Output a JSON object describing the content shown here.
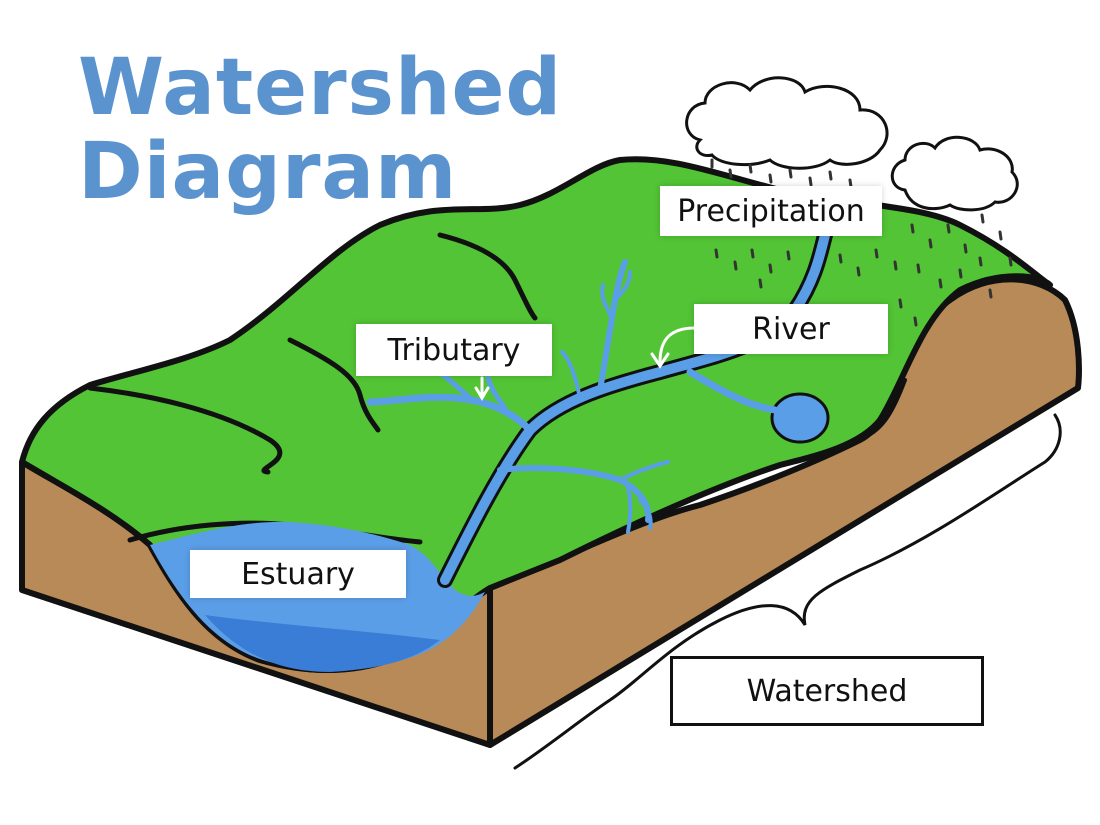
{
  "title": {
    "line1": "Watershed",
    "line2": "Diagram"
  },
  "labels": {
    "precipitation": "Precipitation",
    "river": "River",
    "tributary": "Tributary",
    "estuary": "Estuary",
    "watershed": "Watershed"
  },
  "colors": {
    "title": "#5b93cf",
    "land": "#52c435",
    "soil": "#b78a57",
    "water": "#5b9ee8",
    "deep_water": "#3a7dd6",
    "outline": "#111111"
  }
}
